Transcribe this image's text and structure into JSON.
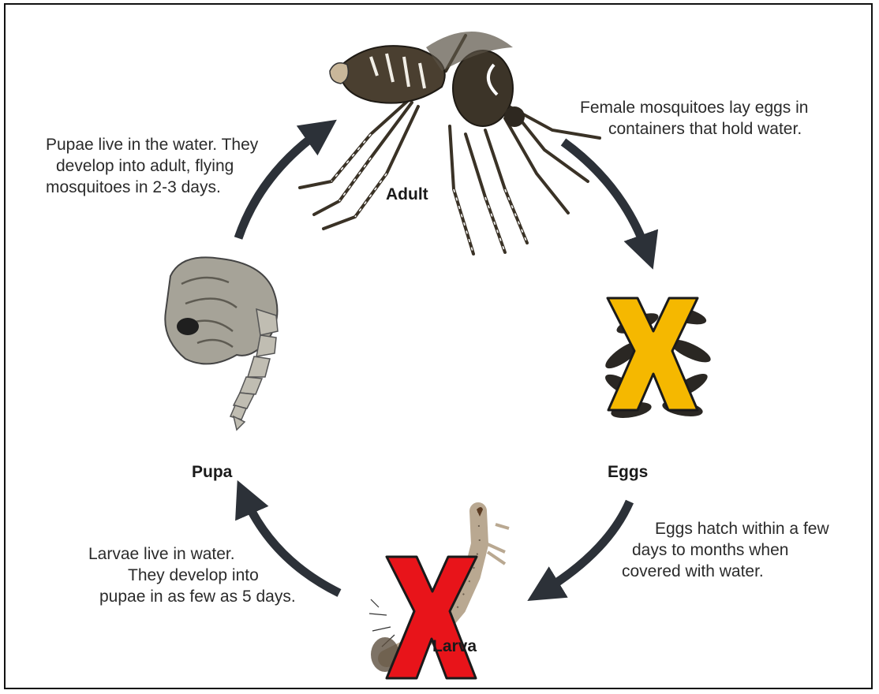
{
  "stages": {
    "adult": {
      "label": "Adult",
      "description": [
        "Female mosquitoes lay eggs in",
        "containers that hold water."
      ]
    },
    "eggs": {
      "label": "Eggs",
      "description": [
        "Eggs hatch within a few",
        "days to months when",
        "covered with water."
      ],
      "marked_with": "yellow-x"
    },
    "larva": {
      "label": "Larva",
      "description": [
        "Larvae live in water.",
        "They develop into",
        "pupae in as few as 5 days."
      ],
      "marked_with": "red-x"
    },
    "pupa": {
      "label": "Pupa",
      "description": [
        "Pupae live in the water. They",
        "develop into adult, flying",
        "mosquitoes in 2-3 days."
      ]
    }
  },
  "colors": {
    "arrow": "#2c3138",
    "yellow_x": "#f5b800",
    "red_x": "#e8141a",
    "x_outline": "#1a1a1a"
  }
}
